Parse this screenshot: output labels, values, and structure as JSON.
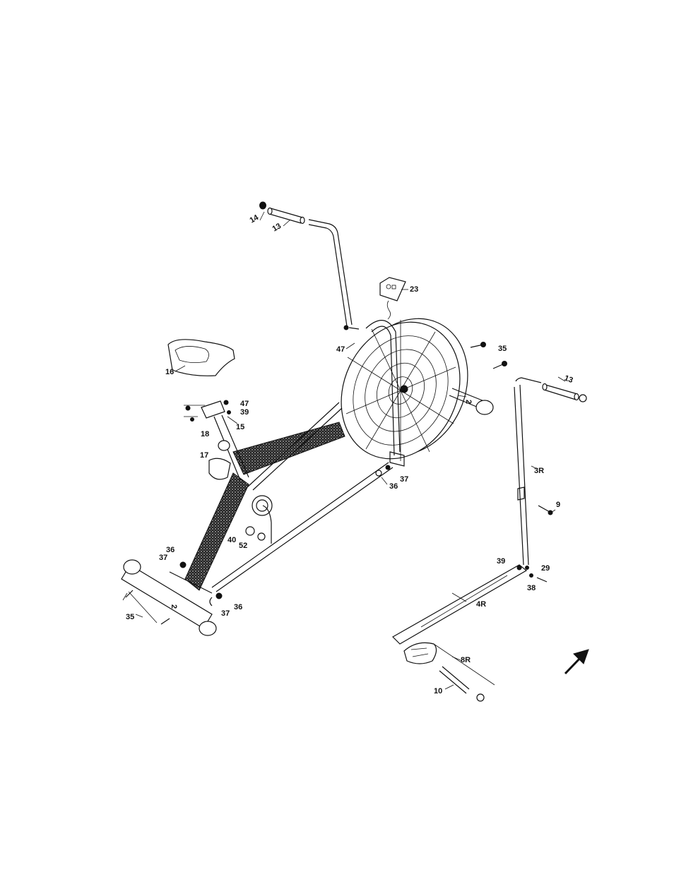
{
  "labels": {
    "l14": "14",
    "l13a": "13",
    "l23": "23",
    "l47a": "47",
    "l35a": "35",
    "l13b": "13",
    "l16": "16",
    "l2a": "2",
    "l47b": "47",
    "l39a": "39",
    "l18": "18",
    "l15": "15",
    "l17": "17",
    "l3R": "3R",
    "l37a": "37",
    "l36a": "36",
    "l9": "9",
    "l40": "40",
    "l52": "52",
    "l36b": "36",
    "l37b": "37",
    "l39b": "39",
    "l29": "29",
    "l38": "38",
    "l2b": "2",
    "l37c": "37",
    "l36c": "36",
    "l4R": "4R",
    "l35b": "35",
    "l8R": "8R",
    "l10": "10"
  },
  "icons": {
    "direction": "arrow-up-right-icon"
  }
}
